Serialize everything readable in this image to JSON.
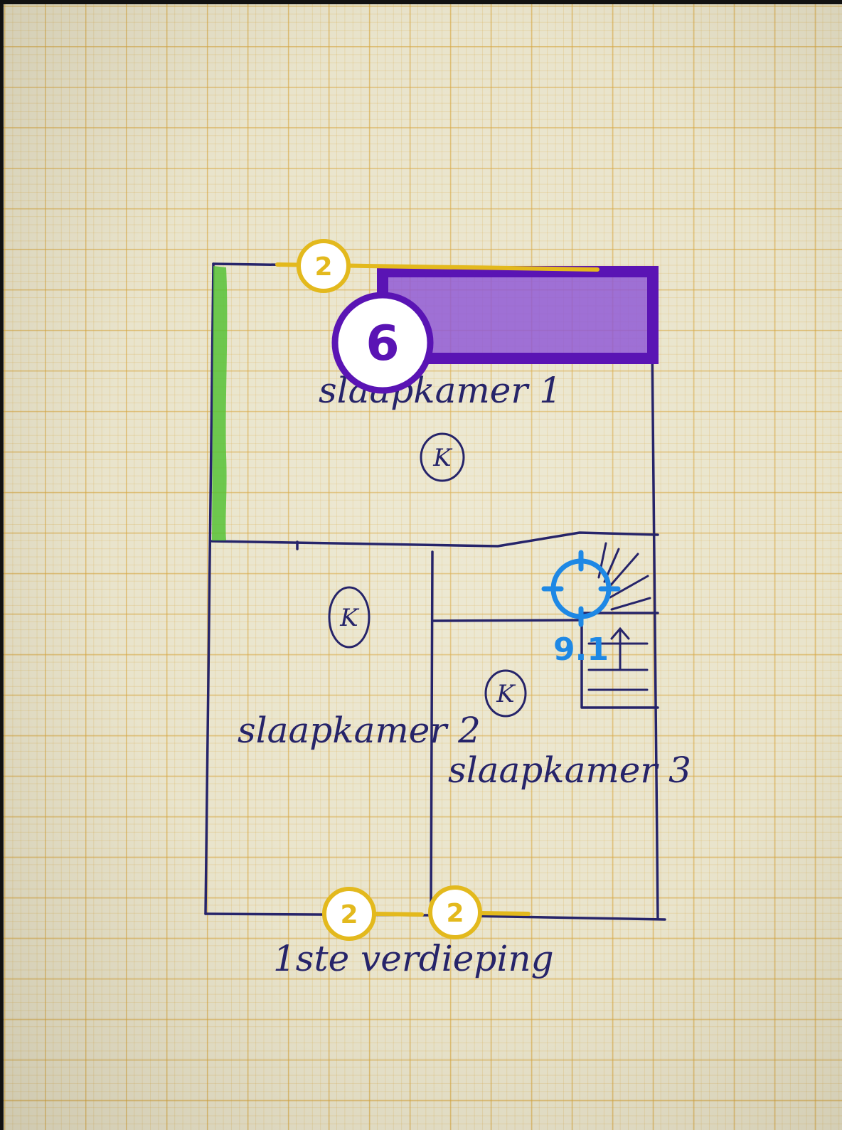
{
  "colors": {
    "paper": "#e9e4cc",
    "ink": "#26246a",
    "wall_highlight_green": "#57c237",
    "dimension_yellow": "#e3b91d",
    "area_purple": "#5a14b4",
    "area_fill": "#8e55d6",
    "point_blue": "#1e88e5"
  },
  "plan": {
    "caption": "1ste verdieping",
    "rooms": [
      {
        "label": "slaapkamer 1",
        "marker": "K"
      },
      {
        "label": "slaapkamer 2",
        "marker": "K"
      },
      {
        "label": "slaapkamer 3",
        "marker": "K"
      }
    ]
  },
  "annotations": {
    "top_dimension_badge": "2",
    "bottom_left_dimension_badge": "2",
    "bottom_right_dimension_badge": "2",
    "area_badge": "6",
    "point_value": "9.1",
    "point_icon": "crosshair-icon"
  }
}
